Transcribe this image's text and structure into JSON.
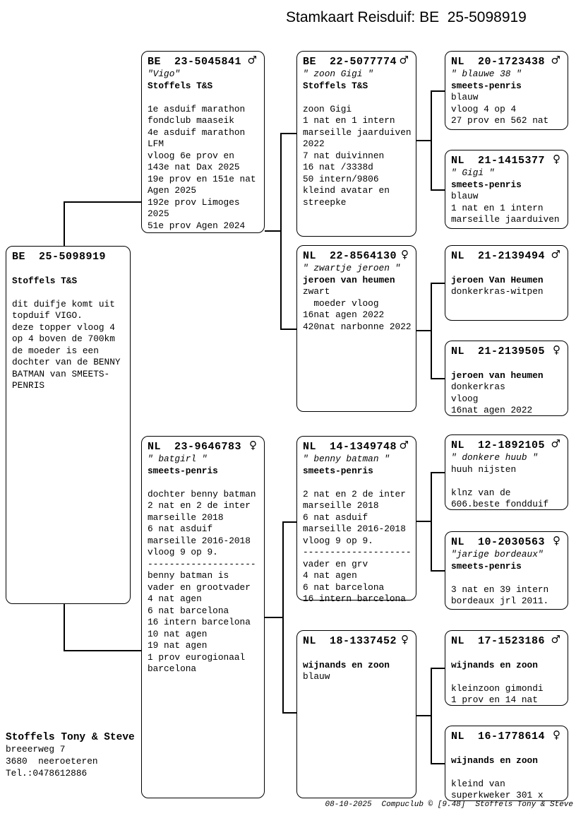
{
  "title": "Stamkaart Reisduif: BE  25-5098919",
  "pedigree": {
    "boxes": [
      {
        "id": "subject",
        "ring": "BE  25-5098919",
        "sex": "",
        "lines": [
          {
            "t": "",
            "s": ""
          },
          {
            "t": "Stoffels T&S",
            "s": "b"
          },
          {
            "t": "",
            "s": ""
          },
          {
            "t": "dit duifje komt uit",
            "s": ""
          },
          {
            "t": "topduif VIGO.",
            "s": ""
          },
          {
            "t": "deze topper vloog 4",
            "s": ""
          },
          {
            "t": "op 4 boven de 700km",
            "s": ""
          },
          {
            "t": "de moeder is een",
            "s": ""
          },
          {
            "t": "dochter van de BENNY",
            "s": ""
          },
          {
            "t": "BATMAN van SMEETS-",
            "s": ""
          },
          {
            "t": "PENRIS",
            "s": ""
          }
        ]
      },
      {
        "id": "vigo",
        "ring": "BE  23-5045841",
        "sex": "male",
        "lines": [
          {
            "t": "\"Vigo\"",
            "s": "i"
          },
          {
            "t": "Stoffels T&S",
            "s": "b"
          },
          {
            "t": "",
            "s": ""
          },
          {
            "t": "1e asduif marathon",
            "s": ""
          },
          {
            "t": "fondclub maaseik",
            "s": ""
          },
          {
            "t": "4e asduif marathon",
            "s": ""
          },
          {
            "t": "LFM",
            "s": ""
          },
          {
            "t": "vloog 6e prov en",
            "s": ""
          },
          {
            "t": "143e nat Dax 2025",
            "s": ""
          },
          {
            "t": "19e prov en 151e nat",
            "s": ""
          },
          {
            "t": "Agen 2025",
            "s": ""
          },
          {
            "t": "192e prov Limoges",
            "s": ""
          },
          {
            "t": "2025",
            "s": ""
          },
          {
            "t": "51e prov Agen 2024",
            "s": ""
          }
        ]
      },
      {
        "id": "batgirl",
        "ring": "NL  23-9646783",
        "sex": "female",
        "lines": [
          {
            "t": "\" batgirl \"",
            "s": "i"
          },
          {
            "t": "smeets-penris",
            "s": "b"
          },
          {
            "t": "",
            "s": ""
          },
          {
            "t": "dochter benny batman",
            "s": ""
          },
          {
            "t": "2 nat en 2 de inter",
            "s": ""
          },
          {
            "t": "marseille 2018",
            "s": ""
          },
          {
            "t": "6 nat asduif",
            "s": ""
          },
          {
            "t": "marseille 2016-2018",
            "s": ""
          },
          {
            "t": "vloog 9 op 9.",
            "s": ""
          },
          {
            "t": "--------------------",
            "s": ""
          },
          {
            "t": "benny batman is",
            "s": ""
          },
          {
            "t": "vader en grootvader",
            "s": ""
          },
          {
            "t": "4 nat agen",
            "s": ""
          },
          {
            "t": "6 nat barcelona",
            "s": ""
          },
          {
            "t": "16 intern barcelona",
            "s": ""
          },
          {
            "t": "10 nat agen",
            "s": ""
          },
          {
            "t": "19 nat agen",
            "s": ""
          },
          {
            "t": "1 prov eurogionaal",
            "s": ""
          },
          {
            "t": "barcelona",
            "s": ""
          }
        ]
      },
      {
        "id": "zoon-gigi",
        "ring": "BE  22-5077774",
        "sex": "male",
        "lines": [
          {
            "t": "\" zoon Gigi \"",
            "s": "i"
          },
          {
            "t": "Stoffels T&S",
            "s": "b"
          },
          {
            "t": "",
            "s": ""
          },
          {
            "t": "zoon Gigi",
            "s": ""
          },
          {
            "t": "1 nat en 1 intern",
            "s": ""
          },
          {
            "t": "marseille jaarduiven",
            "s": ""
          },
          {
            "t": "2022",
            "s": ""
          },
          {
            "t": "7 nat duivinnen",
            "s": ""
          },
          {
            "t": "16 nat /3338d",
            "s": ""
          },
          {
            "t": "50 intern/9806",
            "s": ""
          },
          {
            "t": "kleind avatar en",
            "s": ""
          },
          {
            "t": "streepke",
            "s": ""
          }
        ]
      },
      {
        "id": "zwartje-jeroen",
        "ring": "NL  22-8564130",
        "sex": "female",
        "lines": [
          {
            "t": "\" zwartje jeroen \"",
            "s": "i"
          },
          {
            "t": "jeroen van heumen",
            "s": "b"
          },
          {
            "t": "zwart",
            "s": ""
          },
          {
            "t": "  moeder vloog",
            "s": ""
          },
          {
            "t": "16nat agen 2022",
            "s": ""
          },
          {
            "t": "420nat narbonne 2022",
            "s": ""
          }
        ]
      },
      {
        "id": "benny-batman",
        "ring": "NL  14-1349748",
        "sex": "male",
        "lines": [
          {
            "t": "\" benny batman \"",
            "s": "i"
          },
          {
            "t": "smeets-penris",
            "s": "b"
          },
          {
            "t": "",
            "s": ""
          },
          {
            "t": "2 nat en 2 de inter",
            "s": ""
          },
          {
            "t": "marseille 2018",
            "s": ""
          },
          {
            "t": "6 nat asduif",
            "s": ""
          },
          {
            "t": "marseille 2016-2018",
            "s": ""
          },
          {
            "t": "vloog 9 op 9.",
            "s": ""
          },
          {
            "t": "--------------------",
            "s": ""
          },
          {
            "t": "vader en grv",
            "s": ""
          },
          {
            "t": "4 nat agen",
            "s": ""
          },
          {
            "t": "6 nat barcelona",
            "s": ""
          },
          {
            "t": "16 intern barcelona",
            "s": ""
          }
        ]
      },
      {
        "id": "nl18",
        "ring": "NL  18-1337452",
        "sex": "female",
        "lines": [
          {
            "t": "",
            "s": ""
          },
          {
            "t": "wijnands en zoon",
            "s": "b"
          },
          {
            "t": "blauw",
            "s": ""
          }
        ]
      },
      {
        "id": "blauwe38",
        "ring": "NL  20-1723438",
        "sex": "male",
        "lines": [
          {
            "t": "\" blauwe 38 \"",
            "s": "i"
          },
          {
            "t": "smeets-penris",
            "s": "b"
          },
          {
            "t": "blauw",
            "s": ""
          },
          {
            "t": "vloog 4 op 4",
            "s": ""
          },
          {
            "t": "27 prov en 562 nat",
            "s": ""
          }
        ]
      },
      {
        "id": "gigi",
        "ring": "NL  21-1415377",
        "sex": "female",
        "lines": [
          {
            "t": "\" Gigi \"",
            "s": "i"
          },
          {
            "t": "smeets-penris",
            "s": "b"
          },
          {
            "t": "blauw",
            "s": ""
          },
          {
            "t": "1 nat en 1 intern",
            "s": ""
          },
          {
            "t": "marseille jaarduiven",
            "s": ""
          }
        ]
      },
      {
        "id": "nl21-2139494",
        "ring": "NL  21-2139494",
        "sex": "male",
        "lines": [
          {
            "t": "",
            "s": ""
          },
          {
            "t": "jeroen Van Heumen",
            "s": "b"
          },
          {
            "t": "donkerkras-witpen",
            "s": ""
          }
        ]
      },
      {
        "id": "nl21-2139505",
        "ring": "NL  21-2139505",
        "sex": "female",
        "lines": [
          {
            "t": "",
            "s": ""
          },
          {
            "t": "jeroen van heumen",
            "s": "b"
          },
          {
            "t": "donkerkras",
            "s": ""
          },
          {
            "t": "vloog",
            "s": ""
          },
          {
            "t": "16nat agen 2022",
            "s": ""
          }
        ]
      },
      {
        "id": "donkere-huub",
        "ring": "NL  12-1892105",
        "sex": "male",
        "lines": [
          {
            "t": "\" donkere huub \"",
            "s": "i"
          },
          {
            "t": "huuh nijsten",
            "s": ""
          },
          {
            "t": "",
            "s": ""
          },
          {
            "t": "klnz van de",
            "s": ""
          },
          {
            "t": "606.beste fondduif",
            "s": ""
          }
        ]
      },
      {
        "id": "jarige-bordeaux",
        "ring": "NL  10-2030563",
        "sex": "female",
        "lines": [
          {
            "t": "\"jarige bordeaux\"",
            "s": "i"
          },
          {
            "t": "smeets-penris",
            "s": "b"
          },
          {
            "t": "",
            "s": ""
          },
          {
            "t": "3 nat en 39 intern",
            "s": ""
          },
          {
            "t": "bordeaux jrl 2011.",
            "s": ""
          }
        ]
      },
      {
        "id": "nl17",
        "ring": "NL  17-1523186",
        "sex": "male",
        "lines": [
          {
            "t": "",
            "s": ""
          },
          {
            "t": "wijnands en zoon",
            "s": "b"
          },
          {
            "t": "",
            "s": ""
          },
          {
            "t": "kleinzoon gimondi",
            "s": ""
          },
          {
            "t": "1 prov en 14 nat",
            "s": ""
          }
        ]
      },
      {
        "id": "nl16",
        "ring": "NL  16-1778614",
        "sex": "female",
        "lines": [
          {
            "t": "",
            "s": ""
          },
          {
            "t": "wijnands en zoon",
            "s": "b"
          },
          {
            "t": "",
            "s": ""
          },
          {
            "t": "kleind van",
            "s": ""
          },
          {
            "t": "superkweker 301 x",
            "s": ""
          }
        ]
      }
    ]
  },
  "owner_block": {
    "name": "Stoffels Tony & Steve",
    "address_lines": [
      "breeerweg 7",
      "3680  neeroeteren",
      "Tel.:0478612886"
    ]
  },
  "footer": {
    "date": "08-10-2025",
    "software": "Compuclub © [9.48]",
    "owner": "Stoffels Tony & Steve"
  }
}
